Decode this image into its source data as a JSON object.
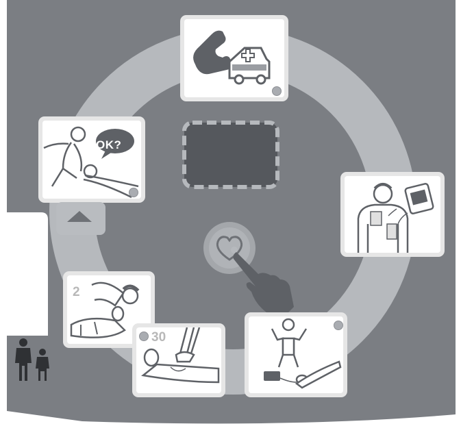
{
  "steps": {
    "call_emergency": {
      "icon": "phone-ambulance-icon"
    },
    "check_response": {
      "bubble_text": "OK?",
      "icon": "check-responsiveness-icon"
    },
    "apply_pads": {
      "icon": "apply-pads-icon"
    },
    "stand_clear": {
      "icon": "stand-clear-icon"
    },
    "breaths": {
      "number": "2",
      "icon": "rescue-breaths-icon"
    },
    "compressions": {
      "number": "30",
      "icon": "chest-compressions-icon"
    }
  },
  "controls": {
    "up_button_icon": "triangle-up-icon",
    "heart_button_icon": "heart-icon",
    "press_hint_icon": "pointing-hand-icon",
    "adult_child_icon": "adult-child-icon"
  },
  "colors": {
    "panel": "#7b7e83",
    "ring": "#b6b9bd",
    "card_frame": "#e6e6e6",
    "display": "#55585d",
    "led": "#a9acb1"
  }
}
